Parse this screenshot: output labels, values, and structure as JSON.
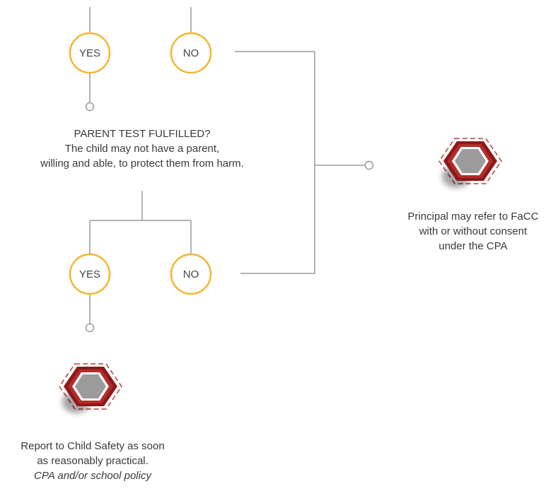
{
  "nodes": {
    "yes_top": "YES",
    "no_top": "NO",
    "yes_bottom": "YES",
    "no_bottom": "NO"
  },
  "parent_test": {
    "title": "PARENT TEST FULFILLED?",
    "line1": "The child may not have a parent,",
    "line2": "willing and able, to protect them from harm."
  },
  "principal": {
    "line1": "Principal may refer to FaCC",
    "line2": "with or without consent",
    "line3": "under the CPA"
  },
  "report": {
    "line1": "Report to Child Safety as soon",
    "line2": "as reasonably practical.",
    "note": "CPA and/or school policy"
  },
  "colors": {
    "line": "#9a9a9a",
    "circle": "#f2b632",
    "hex_dark": "#8b1a1a",
    "hex_mid": "#b52b2b",
    "hex_gray": "#9b9b9b"
  }
}
